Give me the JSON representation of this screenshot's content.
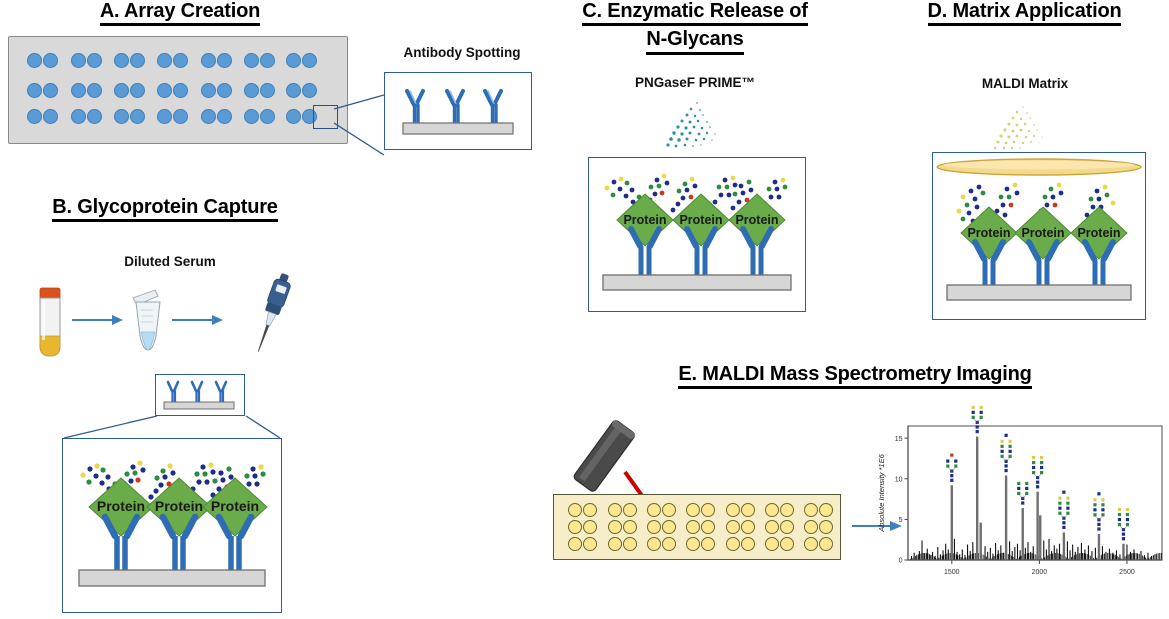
{
  "figure": {
    "title": "MALDI Mass Spectrometry Imaging antibody-array N-glycan workflow",
    "background": "#ffffff"
  },
  "colors": {
    "antibody_blue": "#2e6db4",
    "antibody_light": "#7fb3e0",
    "protein_green": "#6aab4a",
    "slide_gray": "#d9d9d9",
    "chip_gray": "#d6d6d6",
    "spot_blue": "#5b9bd5",
    "box_border": "#2f5b93",
    "matrix_yellow": "#f2d16b",
    "plate_cream": "#f7edc8",
    "maldi_spot": "#ffe690",
    "laser_body": "#4a4a4a",
    "laser_beam": "#cc0000",
    "arrow_blue": "#3e7fbf",
    "tube_cap": "#d9521e",
    "tube_serum": "#e8b730",
    "glycan_green": "#2e8b3f",
    "glycan_blue": "#1f2d8a",
    "glycan_yellow": "#e8d84a",
    "glycan_red": "#c83a1e"
  },
  "panels": {
    "a": {
      "id": "A",
      "title_line1": "A. Array Creation",
      "inset_label": "Antibody Spotting",
      "array": {
        "rows": 3,
        "spots_per_row": 14,
        "pairs_per_row": 7,
        "highlighted_spot": "row3-col14"
      }
    },
    "b": {
      "id": "B",
      "title_line1": "B. Glycoprotein Capture",
      "serum_label": "Diluted Serum",
      "protein_label": "Protein",
      "protein_count": 3,
      "steps": [
        "blood-collection-tube",
        "microcentrifuge-tube",
        "pipette"
      ]
    },
    "c": {
      "id": "C",
      "title_line1": "C. Enzymatic Release of",
      "title_line2": "N-Glycans",
      "reagent_label": "PNGaseF PRIME™",
      "protein_label": "Protein",
      "protein_count": 3
    },
    "d": {
      "id": "D",
      "title_line1": "D. Matrix Application",
      "reagent_label": "MALDI Matrix",
      "protein_label": "Protein",
      "protein_count": 3
    },
    "e": {
      "id": "E",
      "title_line1": "E. MALDI Mass Spectrometry Imaging",
      "plate": {
        "rows": 3,
        "spots_per_row": 14,
        "pairs_per_row": 7
      },
      "laser": "laser-source"
    }
  },
  "chart_data": {
    "type": "line",
    "title": "",
    "xlabel": "",
    "ylabel": "Absolute Intensity *1E6",
    "xlim": [
      1250,
      2700
    ],
    "ylim": [
      0,
      16.5
    ],
    "xticks": [
      1500,
      2000,
      2500
    ],
    "yticks": [
      0,
      5,
      10,
      15
    ],
    "ytick_labels": [
      "0",
      "5",
      "10",
      "15"
    ],
    "xtick_labels": [
      "1500",
      "2000",
      "2500"
    ],
    "grid": false,
    "legend": null,
    "annotations": "glycan cartoon structures above the labelled peaks",
    "labeled_peaks": [
      {
        "mz": 1500,
        "intensity": 9.2
      },
      {
        "mz": 1645,
        "intensity": 15.2
      },
      {
        "mz": 1665,
        "intensity": 4.6
      },
      {
        "mz": 1810,
        "intensity": 10.4
      },
      {
        "mz": 1905,
        "intensity": 6.4
      },
      {
        "mz": 1990,
        "intensity": 8.4
      },
      {
        "mz": 2005,
        "intensity": 5.5
      },
      {
        "mz": 2140,
        "intensity": 3.4
      },
      {
        "mz": 2340,
        "intensity": 3.2
      },
      {
        "mz": 2480,
        "intensity": 2.0
      }
    ],
    "baseline_peaks": [
      {
        "mz": 1270,
        "intensity": 0.5
      },
      {
        "mz": 1285,
        "intensity": 0.9
      },
      {
        "mz": 1300,
        "intensity": 0.6
      },
      {
        "mz": 1315,
        "intensity": 1.1
      },
      {
        "mz": 1330,
        "intensity": 2.4
      },
      {
        "mz": 1345,
        "intensity": 0.8
      },
      {
        "mz": 1360,
        "intensity": 1.4
      },
      {
        "mz": 1375,
        "intensity": 0.6
      },
      {
        "mz": 1390,
        "intensity": 1.0
      },
      {
        "mz": 1405,
        "intensity": 0.5
      },
      {
        "mz": 1420,
        "intensity": 1.6
      },
      {
        "mz": 1435,
        "intensity": 0.7
      },
      {
        "mz": 1450,
        "intensity": 1.2
      },
      {
        "mz": 1465,
        "intensity": 2.0
      },
      {
        "mz": 1480,
        "intensity": 1.3
      },
      {
        "mz": 1515,
        "intensity": 2.6
      },
      {
        "mz": 1530,
        "intensity": 1.0
      },
      {
        "mz": 1545,
        "intensity": 0.7
      },
      {
        "mz": 1560,
        "intensity": 1.3
      },
      {
        "mz": 1575,
        "intensity": 0.6
      },
      {
        "mz": 1590,
        "intensity": 1.9
      },
      {
        "mz": 1605,
        "intensity": 1.1
      },
      {
        "mz": 1620,
        "intensity": 2.2
      },
      {
        "mz": 1690,
        "intensity": 1.7
      },
      {
        "mz": 1705,
        "intensity": 1.0
      },
      {
        "mz": 1720,
        "intensity": 1.5
      },
      {
        "mz": 1735,
        "intensity": 0.8
      },
      {
        "mz": 1750,
        "intensity": 2.1
      },
      {
        "mz": 1765,
        "intensity": 1.2
      },
      {
        "mz": 1780,
        "intensity": 1.8
      },
      {
        "mz": 1795,
        "intensity": 0.9
      },
      {
        "mz": 1830,
        "intensity": 2.3
      },
      {
        "mz": 1845,
        "intensity": 1.1
      },
      {
        "mz": 1860,
        "intensity": 1.6
      },
      {
        "mz": 1875,
        "intensity": 2.0
      },
      {
        "mz": 1890,
        "intensity": 1.2
      },
      {
        "mz": 1920,
        "intensity": 1.5
      },
      {
        "mz": 1935,
        "intensity": 2.2
      },
      {
        "mz": 1950,
        "intensity": 1.0
      },
      {
        "mz": 1965,
        "intensity": 1.7
      },
      {
        "mz": 2025,
        "intensity": 2.4
      },
      {
        "mz": 2040,
        "intensity": 1.3
      },
      {
        "mz": 2055,
        "intensity": 2.6
      },
      {
        "mz": 2070,
        "intensity": 1.1
      },
      {
        "mz": 2085,
        "intensity": 1.8
      },
      {
        "mz": 2100,
        "intensity": 1.4
      },
      {
        "mz": 2115,
        "intensity": 2.0
      },
      {
        "mz": 2160,
        "intensity": 2.3
      },
      {
        "mz": 2175,
        "intensity": 1.2
      },
      {
        "mz": 2190,
        "intensity": 1.9
      },
      {
        "mz": 2205,
        "intensity": 1.0
      },
      {
        "mz": 2220,
        "intensity": 1.6
      },
      {
        "mz": 2240,
        "intensity": 2.1
      },
      {
        "mz": 2260,
        "intensity": 1.3
      },
      {
        "mz": 2280,
        "intensity": 1.8
      },
      {
        "mz": 2300,
        "intensity": 1.1
      },
      {
        "mz": 2320,
        "intensity": 1.5
      },
      {
        "mz": 2360,
        "intensity": 1.7
      },
      {
        "mz": 2380,
        "intensity": 1.0
      },
      {
        "mz": 2400,
        "intensity": 1.4
      },
      {
        "mz": 2420,
        "intensity": 0.9
      },
      {
        "mz": 2440,
        "intensity": 1.2
      },
      {
        "mz": 2460,
        "intensity": 0.7
      },
      {
        "mz": 2500,
        "intensity": 1.9
      },
      {
        "mz": 2520,
        "intensity": 1.0
      },
      {
        "mz": 2540,
        "intensity": 1.3
      },
      {
        "mz": 2560,
        "intensity": 0.8
      },
      {
        "mz": 2580,
        "intensity": 1.1
      },
      {
        "mz": 2600,
        "intensity": 0.6
      },
      {
        "mz": 2620,
        "intensity": 0.9
      },
      {
        "mz": 2640,
        "intensity": 0.5
      },
      {
        "mz": 2660,
        "intensity": 0.7
      }
    ]
  }
}
